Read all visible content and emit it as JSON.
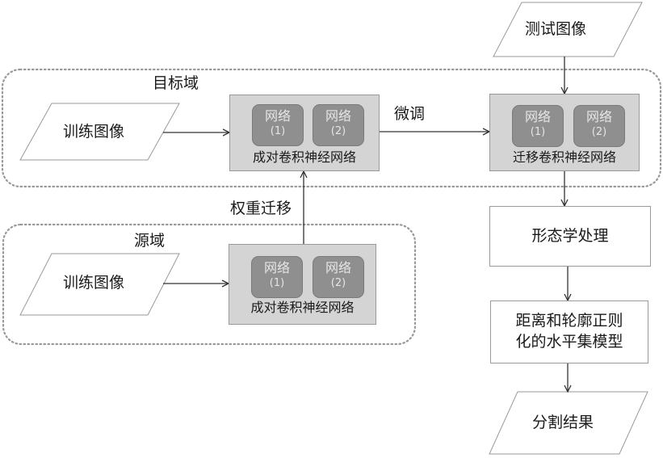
{
  "diagram": {
    "target_domain": {
      "label": "目标域",
      "input": "训练图像",
      "pair_network": {
        "caption": "成对卷积神经网络",
        "nets": [
          {
            "name": "网络",
            "index": "(1)"
          },
          {
            "name": "网络",
            "index": "(2)"
          }
        ]
      },
      "finetune_label": "微调",
      "transfer_network": {
        "caption": "迁移卷积神经网络",
        "nets": [
          {
            "name": "网络",
            "index": "(1)"
          },
          {
            "name": "网络",
            "index": "(2)"
          }
        ]
      }
    },
    "source_domain": {
      "label": "源域",
      "input": "训练图像",
      "pair_network": {
        "caption": "成对卷积神经网络",
        "nets": [
          {
            "name": "网络",
            "index": "(1)"
          },
          {
            "name": "网络",
            "index": "(2)"
          }
        ]
      }
    },
    "weight_transfer_label": "权重迁移",
    "test_image": "测试图像",
    "morphology": "形态学处理",
    "level_set_model": "距离和轮廓正则化的水平集模型",
    "level_set_lines": [
      "距离和轮廓正则",
      "化的水平集模型"
    ],
    "result": "分割结果"
  }
}
